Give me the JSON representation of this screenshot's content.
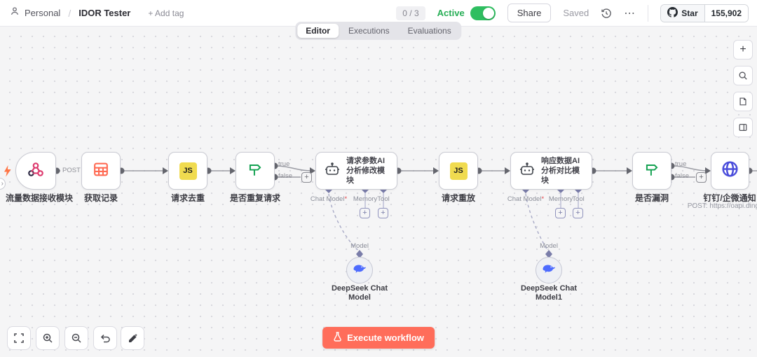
{
  "header": {
    "project": "Personal",
    "separator": "/",
    "workflow": "IDOR Tester",
    "add_tag": "+ Add tag",
    "quota_badge": "0 / 3",
    "active_label": "Active",
    "share_label": "Share",
    "saved_label": "Saved",
    "more_label": "⋯",
    "github": {
      "star_label": "Star",
      "star_count": "155,902"
    }
  },
  "tabs": {
    "editor": "Editor",
    "executions": "Executions",
    "evaluations": "Evaluations"
  },
  "canvas": {
    "js_label": "JS",
    "plus": "+",
    "edge_labels": {
      "post": "POST",
      "true": "true",
      "false": "false"
    },
    "ports": {
      "chat_model": "Chat Model",
      "required": "*",
      "memory": "Memory",
      "tool": "Tool",
      "model": "Model"
    },
    "nodes": {
      "webhook": {
        "label": "流量数据接收模块"
      },
      "get_records": {
        "label": "获取记录"
      },
      "dedupe": {
        "label": "请求去重"
      },
      "if_duplicate": {
        "label": "是否重复请求"
      },
      "ai_request": {
        "label": "请求参数AI分析修改模块"
      },
      "replay": {
        "label": "请求重放"
      },
      "ai_response": {
        "label": "响应数据AI分析对比模块"
      },
      "if_vuln": {
        "label": "是否漏洞"
      },
      "notify": {
        "label": "钉钉/企微通知",
        "subtitle": "POST: https://oapi.dingtalk."
      }
    },
    "model_nodes": {
      "model1": {
        "label": "DeepSeek Chat Model"
      },
      "model2": {
        "label": "DeepSeek Chat Model1"
      }
    }
  },
  "panel": {
    "add_label": "+"
  },
  "footer": {
    "execute_label": "Execute workflow"
  },
  "colors": {
    "execute_button": "#FF6D5A",
    "active_green": "#2EBE60",
    "js_yellow": "#F0DB4F",
    "if_green": "#12A150",
    "webhook_pink": "#DD3A6E",
    "table_red": "#FF6B54",
    "http_blue": "#4A4DDB",
    "deepseek_blue": "#4D6BFE"
  }
}
